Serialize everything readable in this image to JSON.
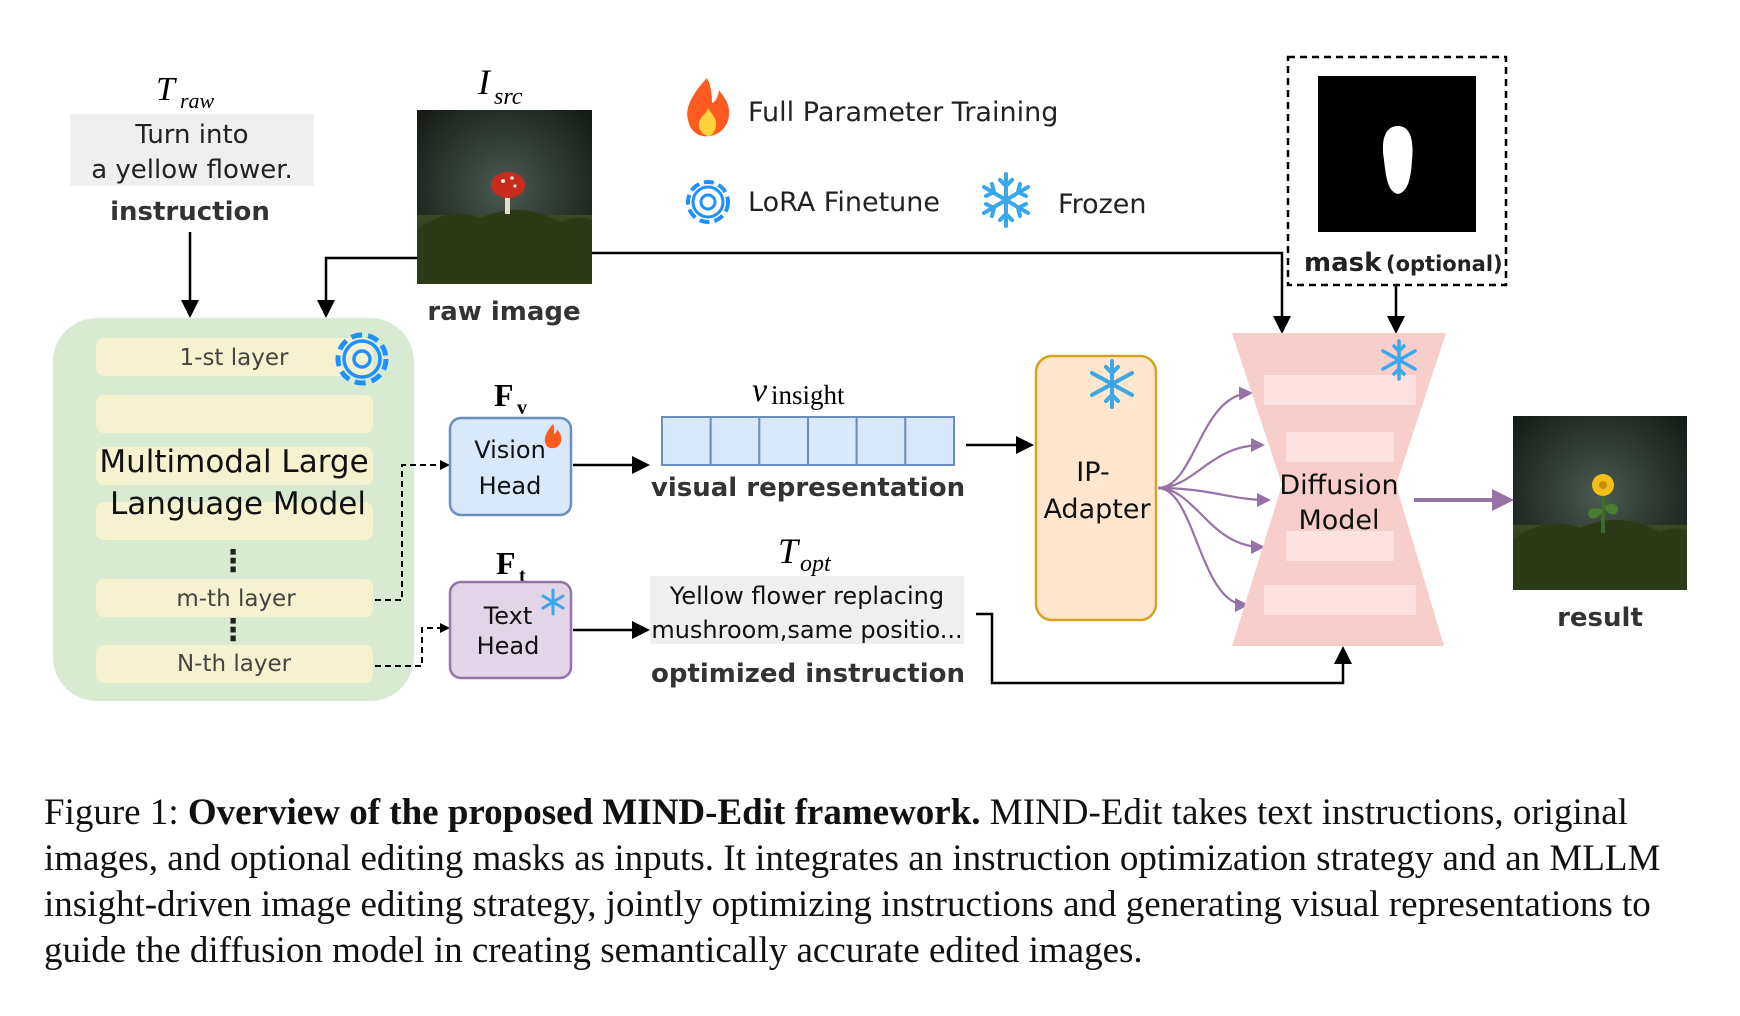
{
  "figure": {
    "inputs": {
      "t_raw_symbol": "T",
      "t_raw_sub": "raw",
      "t_raw_text_line1": "Turn into",
      "t_raw_text_line2": "a yellow flower.",
      "instruction_label": "instruction",
      "i_src_symbol": "I",
      "i_src_sub": "src",
      "raw_image_label": "raw image"
    },
    "legend": {
      "full_training": "Full Parameter Training",
      "lora": "LoRA Finetune",
      "frozen": "Frozen"
    },
    "mask": {
      "label": "mask",
      "optional": "(optional)"
    },
    "mllm": {
      "layer_first": "1-st layer",
      "title_line1": "Multimodal Large",
      "title_line2": "Language Model",
      "layer_m": "m-th layer",
      "layer_n": "N-th layer"
    },
    "heads": {
      "fv_symbol": "F",
      "fv_sub": "v",
      "vision_line1": "Vision",
      "vision_line2": "Head",
      "ft_symbol": "F",
      "ft_sub": "t",
      "text_line1": "Text",
      "text_line2": "Head"
    },
    "vinsight": {
      "symbol": "v",
      "sub": "insight",
      "label": "visual representation",
      "cells": 6
    },
    "topt": {
      "symbol": "T",
      "sub": "opt",
      "line1": "Yellow flower replacing",
      "line2": "mushroom,same positio...",
      "label": "optimized instruction"
    },
    "ip_adapter": {
      "line1": "IP-",
      "line2": "Adapter"
    },
    "diffusion": {
      "line1": "Diffusion",
      "line2": "Model"
    },
    "result_label": "result",
    "colors": {
      "mllm_bg": "#d9ead3",
      "layer_bg": "#f6f2cf",
      "vision_head": "#dae8fc",
      "vision_border": "#6c8ebf",
      "text_head": "#e1d5e7",
      "text_border": "#9673a6",
      "ip_adapter": "#ffe6cc",
      "ip_border": "#d6b656",
      "diffusion": "#f8cecc",
      "arrow_purple": "#9673a6",
      "lora_blue": "#1e90ff",
      "frozen_blue": "#39a7e8",
      "flame": "#ff5a1f"
    }
  },
  "caption": {
    "prefix": "Figure 1: ",
    "bold": "Overview of the proposed MIND-Edit framework.",
    "body": " MIND-Edit takes text instructions, original images, and optional editing masks as inputs. It integrates an instruction optimization strategy and an MLLM insight-driven image editing strategy, jointly optimizing instructions and generating visual representations to guide the diffusion model in creating semantically accurate edited images."
  }
}
